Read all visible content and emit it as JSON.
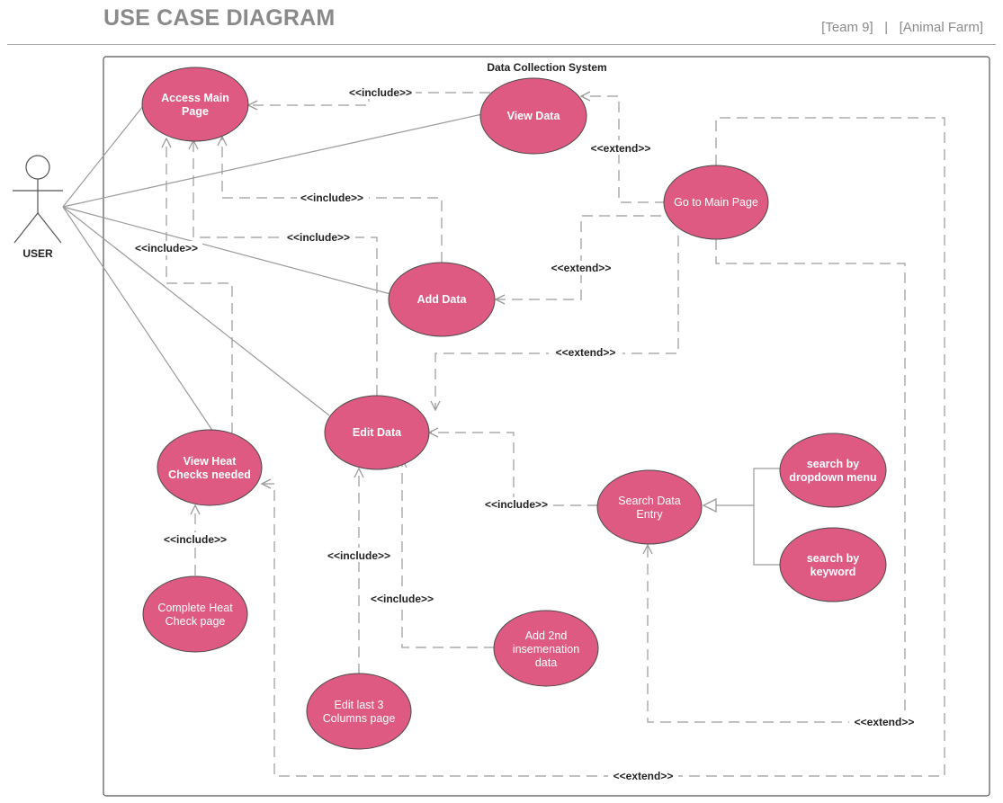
{
  "header": {
    "title": "USE CASE DIAGRAM",
    "team": "[Team 9]",
    "separator": "|",
    "project": "[Animal Farm]"
  },
  "diagram": {
    "system_name": "Data Collection System",
    "actor": "USER",
    "colors": {
      "usecase_fill": "#de5a82",
      "usecase_stroke": "#4a4a4a",
      "line": "#9a9a9a",
      "title": "#8a8a8a"
    },
    "use_cases": [
      {
        "id": "access-main-page",
        "lines": [
          "Access Main",
          "Page"
        ],
        "bold": true
      },
      {
        "id": "view-data",
        "lines": [
          "View Data"
        ],
        "bold": true
      },
      {
        "id": "go-to-main-page",
        "lines": [
          "Go to Main Page"
        ],
        "bold": false
      },
      {
        "id": "add-data",
        "lines": [
          "Add Data"
        ],
        "bold": true
      },
      {
        "id": "edit-data",
        "lines": [
          "Edit Data"
        ],
        "bold": true
      },
      {
        "id": "view-heat-checks-needed",
        "lines": [
          "View Heat",
          "Checks needed"
        ],
        "bold": true
      },
      {
        "id": "search-data-entry",
        "lines": [
          "Search Data",
          "Entry"
        ],
        "bold": false
      },
      {
        "id": "search-by-dropdown-menu",
        "lines": [
          "search by",
          "dropdown menu"
        ],
        "bold": true
      },
      {
        "id": "search-by-keyword",
        "lines": [
          "search by",
          "keyword"
        ],
        "bold": true
      },
      {
        "id": "complete-heat-check-page",
        "lines": [
          "Complete Heat",
          "Check  page"
        ],
        "bold": false
      },
      {
        "id": "add-2nd-insemenation-data",
        "lines": [
          "Add 2nd",
          "insemenation",
          "data"
        ],
        "bold": false
      },
      {
        "id": "edit-last-3-columns-page",
        "lines": [
          "Edit last 3",
          "Columns page"
        ],
        "bold": false
      }
    ],
    "relationships": [
      {
        "from": "view-data",
        "to": "access-main-page",
        "label": "<<include>>"
      },
      {
        "from": "go-to-main-page",
        "to": "view-data",
        "label": "<<extend>>"
      },
      {
        "from": "add-data",
        "to": "access-main-page",
        "label": "<<include>>"
      },
      {
        "from": "edit-data",
        "to": "access-main-page",
        "label": "<<include>>"
      },
      {
        "from": "view-heat-checks-needed",
        "to": "access-main-page",
        "label": "<<include>>"
      },
      {
        "from": "go-to-main-page",
        "to": "add-data",
        "label": "<<extend>>"
      },
      {
        "from": "go-to-main-page",
        "to": "edit-data",
        "label": "<<extend>>"
      },
      {
        "from": "search-data-entry",
        "to": "edit-data",
        "label": "<<include>>"
      },
      {
        "from": "complete-heat-check-page",
        "to": "view-heat-checks-needed",
        "label": "<<include>>"
      },
      {
        "from": "edit-last-3-columns-page",
        "to": "edit-data",
        "label": "<<include>>"
      },
      {
        "from": "add-2nd-insemenation-data",
        "to": "edit-data",
        "label": "<<include>>"
      },
      {
        "from": "go-to-main-page",
        "to": "search-data-entry",
        "label": "<<extend>>"
      },
      {
        "from": "go-to-main-page",
        "to": "view-heat-checks-needed",
        "label": "<<extend>>"
      },
      {
        "from": "search-by-dropdown-menu",
        "to": "search-data-entry",
        "label": ""
      },
      {
        "from": "search-by-keyword",
        "to": "search-data-entry",
        "label": ""
      }
    ]
  }
}
